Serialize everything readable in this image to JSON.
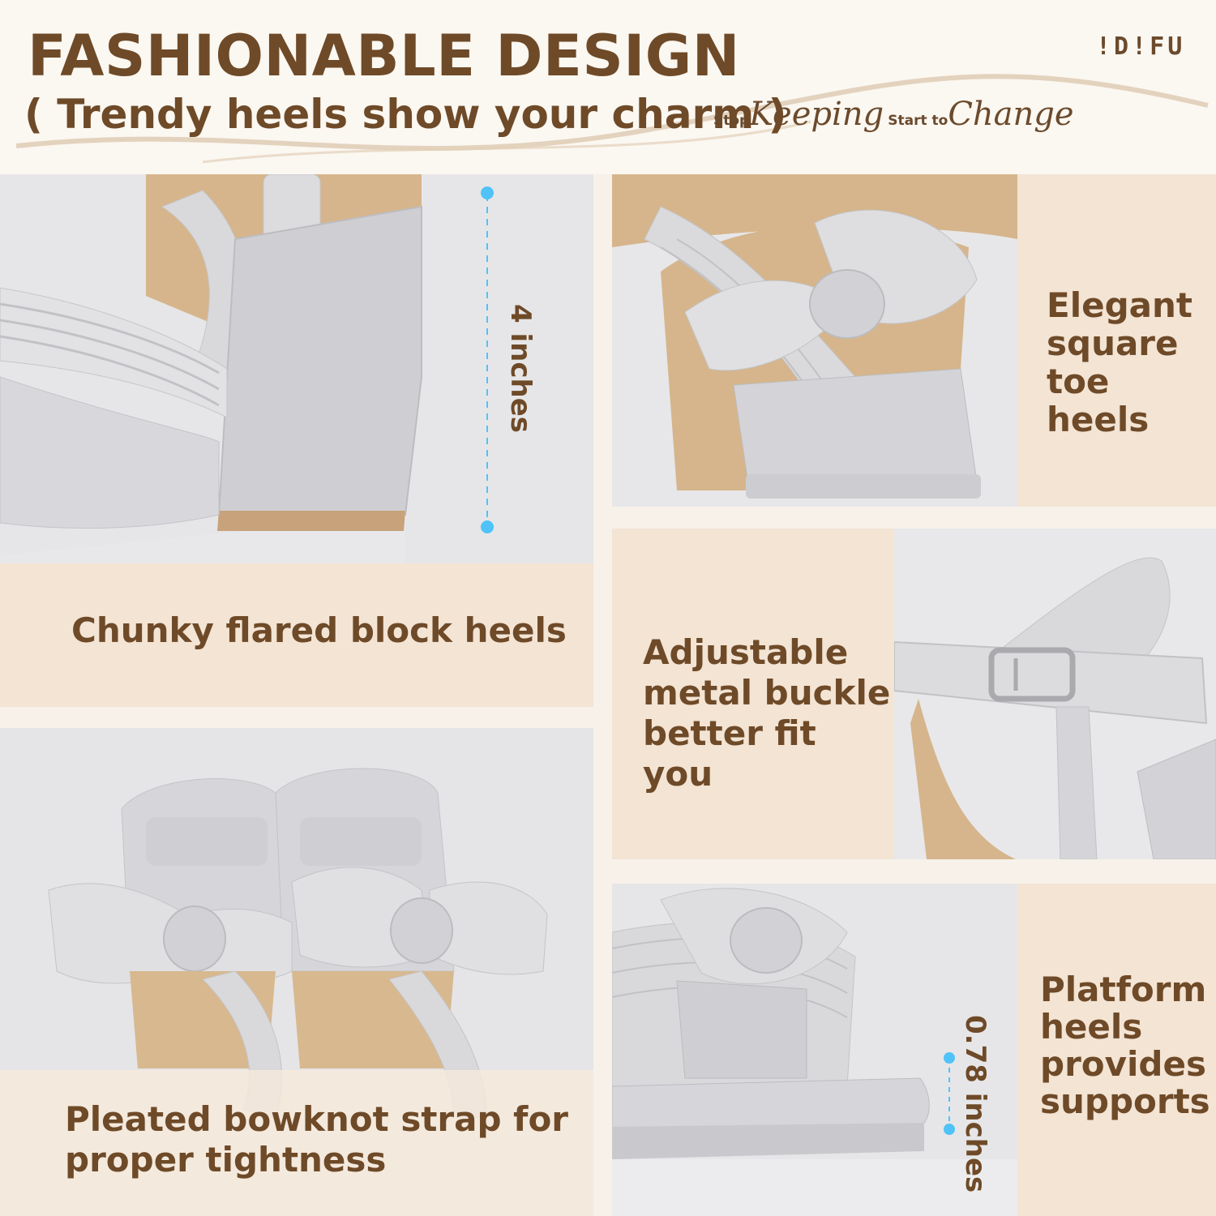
{
  "header": {
    "title": "FASHIONABLE DESIGN",
    "subtitle": "( Trendy heels show your charm )",
    "brand": "!D!FU",
    "slogan": {
      "stop": "Stop",
      "keeping": "Keeping",
      "start_to": "Start to",
      "change": "Change"
    }
  },
  "features": [
    {
      "caption": "Chunky flared block heels",
      "measurement": "4 inches"
    },
    {
      "caption_lines": [
        "Elegant",
        "square",
        "toe heels"
      ]
    },
    {
      "caption_lines": [
        "Adjustable",
        "metal buckle",
        "better fit",
        "you"
      ]
    },
    {
      "caption_lines": [
        "Pleated bowknot strap for",
        "proper tightness"
      ]
    },
    {
      "caption_lines": [
        "Platform",
        "heels",
        "provides",
        "supports"
      ],
      "measurement": "0.78 inches"
    }
  ],
  "colors": {
    "text_brown": "#6e4a28",
    "caption_bg": "#f3e4d4",
    "page_bg": "#f7f1ea",
    "measure_blue": "#4fc3f7",
    "sandal_silver": "#d9d9dc",
    "insole_tan": "#d8b88f"
  }
}
